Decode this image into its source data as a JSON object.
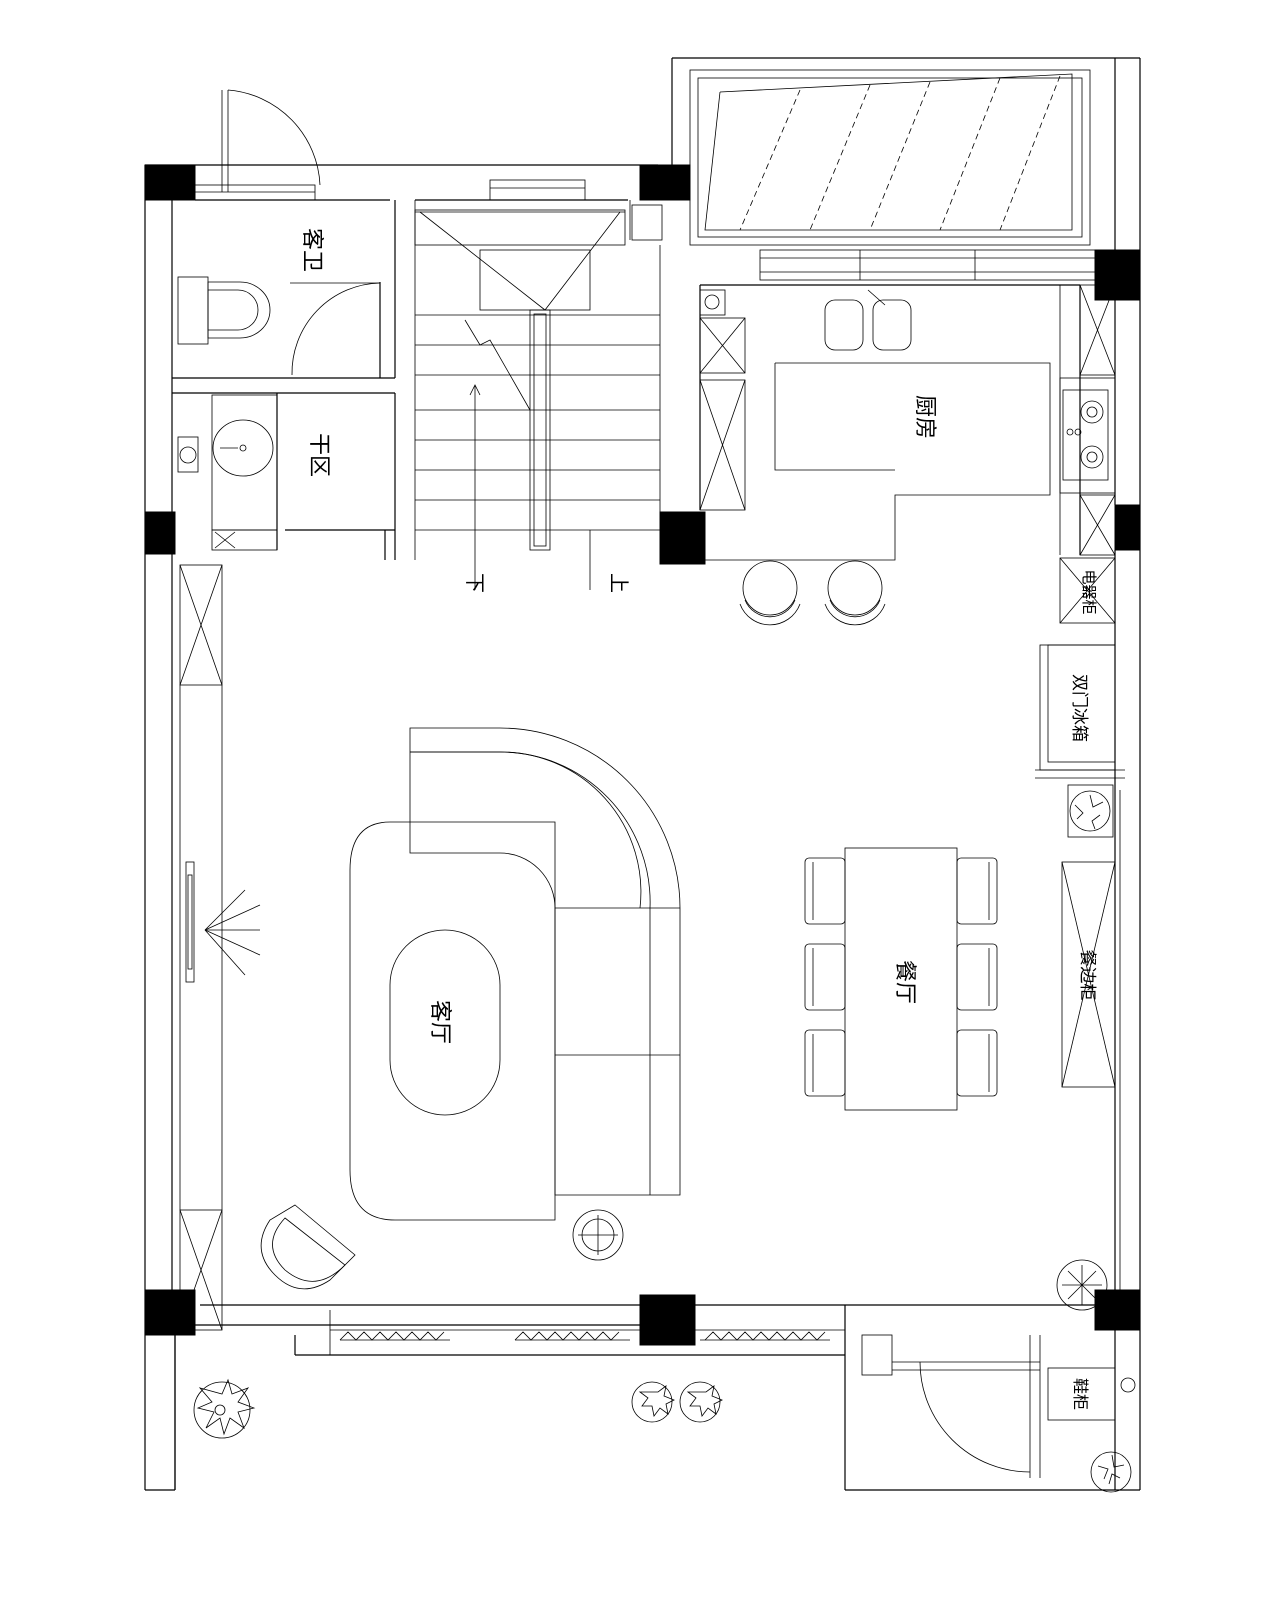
{
  "rooms": {
    "guest_bath": "客卫",
    "dry_area": "干区",
    "kitchen": "厨房",
    "living_room": "客厅",
    "dining_room": "餐厅"
  },
  "furniture": {
    "appliance_cabinet": "电器柜",
    "fridge": "双门冰箱",
    "sideboard": "餐边柜",
    "shoe_cabinet": "鞋柜"
  },
  "stairs": {
    "down": "下",
    "up": "上"
  }
}
